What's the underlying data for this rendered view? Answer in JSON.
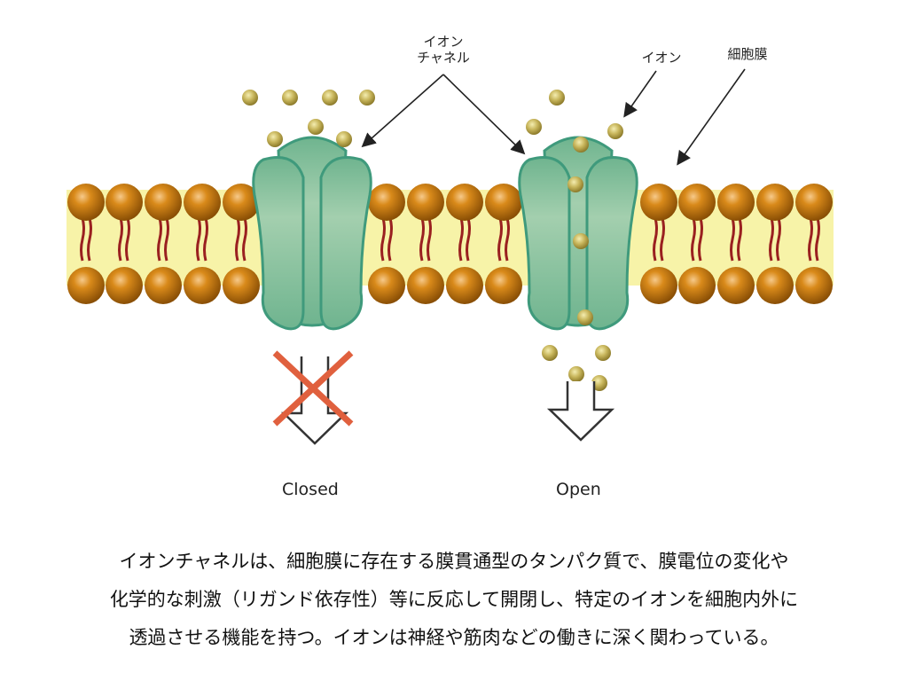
{
  "labels": {
    "ion_channel_line1": "イオン",
    "ion_channel_line2": "チャネル",
    "ion": "イオン",
    "cell_membrane": "細胞膜",
    "closed": "Closed",
    "open": "Open"
  },
  "caption": [
    "イオンチャネルは、細胞膜に存在する膜貫通型のタンパク質で、膜電位の変化や",
    "化学的な刺激（リガンド依存性）等に反応して開閉し、特定のイオンを細胞内外に",
    "透過させる機能を持つ。イオンは神経や筋肉などの働きに深く関わっている。"
  ],
  "colors": {
    "membrane": "#f7f3a8",
    "lipid_head": "#c87a10",
    "lipid_tail": "#9a2020",
    "channel": "#7fbf9c",
    "channel_stroke": "#3f9a7c",
    "ion": "#c4b45a",
    "cross": "#e0603e"
  }
}
